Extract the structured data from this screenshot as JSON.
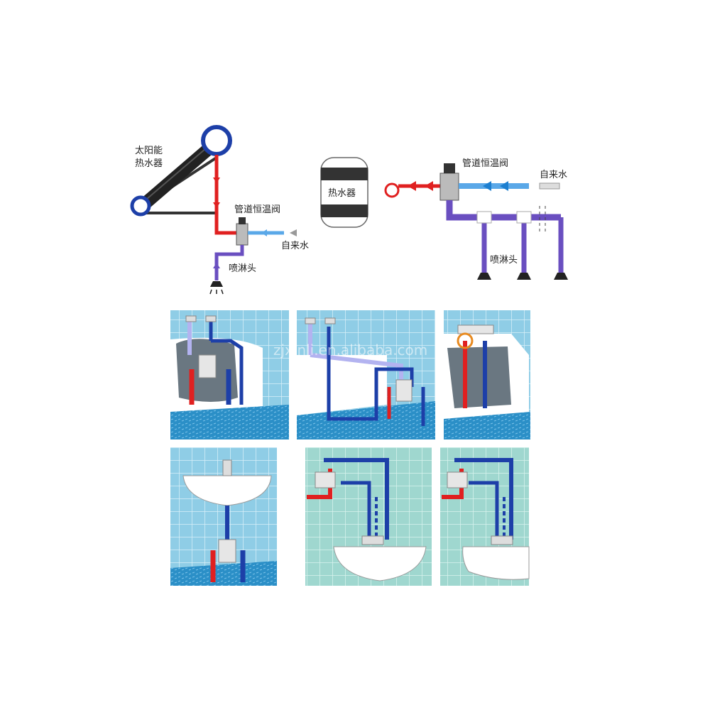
{
  "solar_diagram": {
    "solar_label_line1": "太阳能",
    "solar_label_line2": "热水器",
    "valve_label": "管道恒温阀",
    "tap_water_label": "自来水",
    "shower_label": "喷淋头"
  },
  "heater_diagram": {
    "heater_label": "热水器",
    "valve_label": "管道恒温阀",
    "tap_water_label": "自来水",
    "shower_label": "喷淋头"
  },
  "watermark": "zjxinli.en.alibaba.com",
  "colors": {
    "hot_pipe": "#e02020",
    "cold_pipe": "#1d3fa8",
    "mixed_pipe": "#6a4fc0",
    "tap_pipe": "#5aa8e8",
    "tile": "#8fcde6",
    "tile_grout": "#d9f0f8",
    "tile_green": "#9fd7cf",
    "floor": "#2b8fc7"
  }
}
